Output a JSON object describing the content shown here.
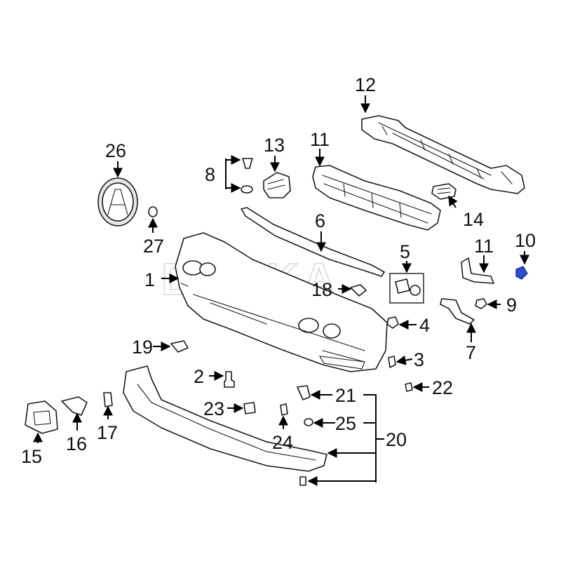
{
  "watermark": "DEXKA",
  "colors": {
    "background": "#ffffff",
    "line": "#1a1a1a",
    "highlight": "#2a4bd6"
  },
  "callouts": [
    "1",
    "2",
    "3",
    "4",
    "5",
    "6",
    "7",
    "8",
    "9",
    "10",
    "11",
    "11",
    "12",
    "13",
    "14",
    "15",
    "16",
    "17",
    "18",
    "19",
    "20",
    "21",
    "22",
    "23",
    "24",
    "25",
    "26",
    "27"
  ]
}
